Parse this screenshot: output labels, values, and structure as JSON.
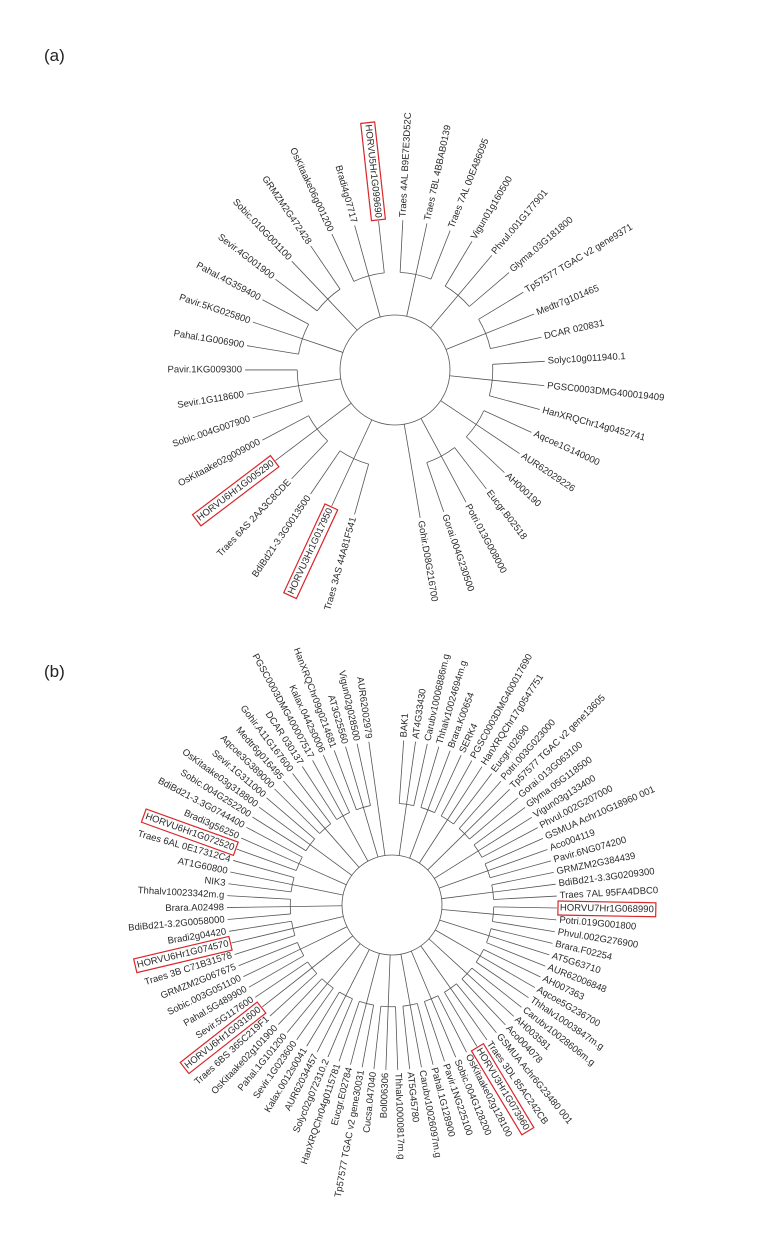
{
  "figure": {
    "panel_a_label": "(a)",
    "panel_b_label": "(b)",
    "highlight_color": "#d9262a",
    "line_color": "#555555"
  },
  "tree_a": {
    "leaves": [
      "Traes 3AS 44A81F541",
      "HORVU3Hr1G017950",
      "BdiBd21-3.3G0013500",
      "Traes 6AS 2AA3C8CDE",
      "HORVU6Hr1G005290",
      "OsKitaake02g009000",
      "Sobic.004G007900",
      "Sevir.1G118600",
      "Pavir.1KG009300",
      "Pahal.1G006900",
      "Pavir.5KG025800",
      "Pahal.4G359400",
      "Sevir.4G001900",
      "Sobic.010G001100",
      "GRMZM2G472428",
      "OsKitaake06g001200",
      "Bradi4g07717",
      "HORVU5Hr1G099690",
      "Traes 4AL B9E7E3D52C",
      "Traes 7BL 4BBAB0139",
      "Traes 7AL 00EA86095",
      "Vigun01g160500",
      "Phvul.001G177901",
      "Glyma.03G181800",
      "Tp57577 TGAC v2 gene9371",
      "Medtr7g101465",
      "DCAR 020831",
      "Solyc10g011940.1",
      "PGSC0003DMG400019409",
      "HanXRQChr14g0452741",
      "Aqcoe1G140000",
      "AUR62029226",
      "AH000190",
      "Eucgr.B02518",
      "Potri.013G008000",
      "Gorai.004G230500",
      "Gohir.D08G216700"
    ]
  },
  "tree_b": {
    "leaves": [
      "BAK1",
      "AT4G33430",
      "Carubv10006886m.g",
      "Thhalv10024694m.g",
      "Brara.K00654",
      "SERK4",
      "PGSC0003DMG400017690",
      "HanXRQChr17g0547751",
      "Eucgr.I02690",
      "Potri.003G023000",
      "Tp57577 TGAC v2 gene13605",
      "Gorai.013G063100",
      "Glyma.05G118500",
      "Vigun03g133400",
      "Phvul.002G207000",
      "GSMUA Achr10G18960 001",
      "Aco004119",
      "Pavir.6NG074200",
      "GRMZM2G384439",
      "BdiBd21-3.3G0209300",
      "Traes 7AL 95FA4DBC0",
      "HORVU7Hr1G068990",
      "Potri.019G001800",
      "Phvul.002G276900",
      "Brara.F02254",
      "AT5G63710",
      "AUR62006848",
      "AH007363",
      "Aqcoe5G236700",
      "Thhalv10003847m.g",
      "Carubv10028606m.g",
      "AH003581",
      "Aco004078",
      "GSMUA Achr6G23480 001",
      "Traes 3DL 85AC242CB",
      "HORVU3Hr1G073960",
      "OsKitaake02g128100",
      "Sobic.004G128200",
      "Pavir.1NG225100",
      "Pahal.1G128900",
      "Carubv10026097m.g",
      "AT5G45780",
      "Thhalv10000817m.g",
      "Bol006306",
      "Cucsa.047040",
      "Tp57577 TGAC v2 gene30031",
      "Eucgr.E02784",
      "HanXRQChr04g0115781",
      "Solyc02g072310.2",
      "AUR62034457",
      "Kalax.0012s0041",
      "Sevir.1G023600",
      "Pahal.1G101200",
      "OsKitaake02g101900",
      "Traes 6BS 365C219F1",
      "HORVU6Hr1G031600",
      "Sevir.5G117600",
      "Pahal.5G489900",
      "Sobic.003G051100",
      "GRMZM2G067675",
      "Traes 3B C71B31578",
      "HORVU6Hr1G074570",
      "Bradi2g04420",
      "BdiBd21-3.2G0058000",
      "Brara.A02498",
      "Thhalv10023342m.g",
      "NIK3",
      "AT1G60800",
      "Traes 6AL 0E17312C4",
      "HORVU6Hr1G072520",
      "Bradi3g56250",
      "BdiBd21-3.3G0744400",
      "Sobic.004G252200",
      "OsKitaake03g318800",
      "Sevir.1G311000",
      "Aqcoe3G389000",
      "Medtr6g016495",
      "Gohir.A11G167600",
      "DCAR 030137",
      "PGSC0003DMG400007517",
      "Kalax.0442s0006",
      "HanXRQChr09g0214681",
      "AT3G25560",
      "Vigun02g028500",
      "AUR62002979"
    ]
  }
}
